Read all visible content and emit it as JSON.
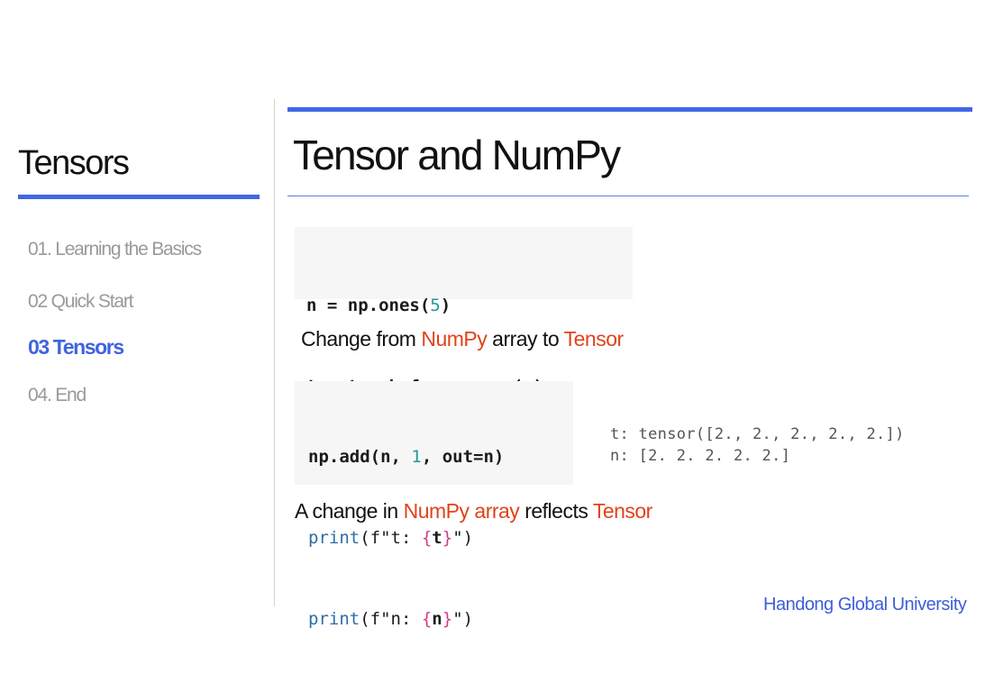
{
  "sidebar": {
    "title": "Tensors",
    "items": [
      {
        "label": "01. Learning the Basics",
        "active": false
      },
      {
        "label": "02 Quick Start",
        "active": false
      },
      {
        "label": "03 Tensors",
        "active": true
      },
      {
        "label": "04. End",
        "active": false
      }
    ]
  },
  "main": {
    "title": "Tensor and NumPy",
    "code_block_1": {
      "line1": {
        "pre": "n = np.ones(",
        "num": "5",
        "post": ")"
      },
      "line2": "t = torch.from_numpy(n)"
    },
    "caption_1": {
      "pre": "Change from ",
      "hl1": "NumPy",
      "mid": " array to ",
      "hl2": "Tensor"
    },
    "code_block_2": {
      "line1": {
        "pre": "np.add(n, ",
        "num": "1",
        "post": ", out=n)"
      },
      "line2": {
        "fn": "print",
        "open": "(f\"t: ",
        "lb": "{",
        "var": "t",
        "rb": "}",
        "close": "\")"
      },
      "line3": {
        "fn": "print",
        "open": "(f\"n: ",
        "lb": "{",
        "var": "n",
        "rb": "}",
        "close": "\")"
      }
    },
    "output": {
      "line1": "t: tensor([2., 2., 2., 2., 2.])",
      "line2": "n: [2. 2. 2. 2. 2.]"
    },
    "caption_2": {
      "pre": "A change in ",
      "hl1": "NumPy array",
      "mid": " reflects ",
      "hl2": "Tensor"
    }
  },
  "footer": "Handong Global University",
  "colors": {
    "accent": "#4166e5",
    "highlight": "#e0431b",
    "nav_inactive": "#9a9a9a"
  }
}
